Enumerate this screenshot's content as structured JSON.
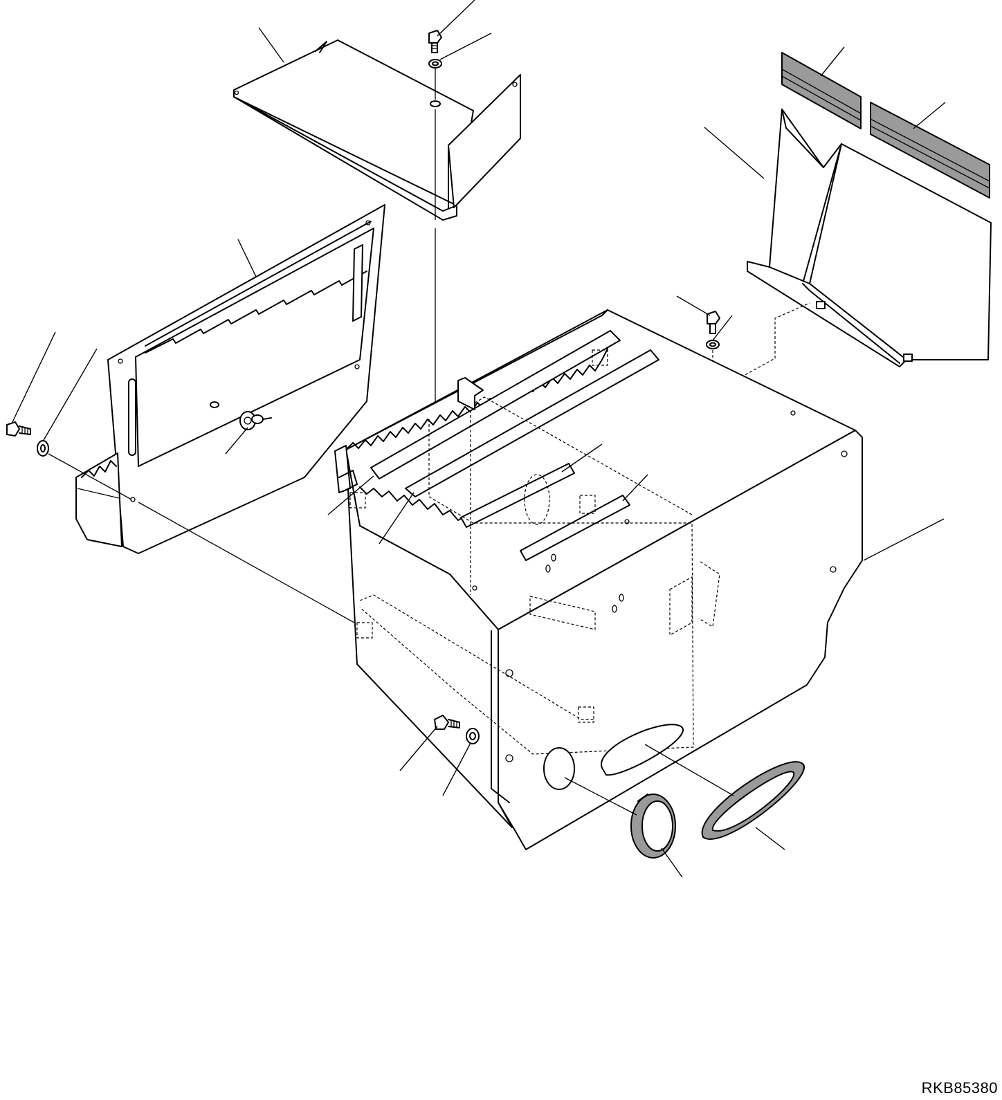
{
  "drawing": {
    "reference_code": "RKB85380"
  },
  "callouts": [
    {
      "id": "bolt-top"
    },
    {
      "id": "washer-top"
    },
    {
      "id": "top-cover-plate"
    },
    {
      "id": "seal-strip-left"
    },
    {
      "id": "seal-strip-right"
    },
    {
      "id": "side-partition"
    },
    {
      "id": "left-door-panel"
    },
    {
      "id": "bolt-left"
    },
    {
      "id": "washer-left"
    },
    {
      "id": "latch-knob"
    },
    {
      "id": "bolt-right"
    },
    {
      "id": "washer-right"
    },
    {
      "id": "step-tread-1"
    },
    {
      "id": "step-tread-2"
    },
    {
      "id": "pad-1"
    },
    {
      "id": "pad-2"
    },
    {
      "id": "main-box"
    },
    {
      "id": "bolt-bottom"
    },
    {
      "id": "washer-bottom"
    },
    {
      "id": "round-grommet"
    },
    {
      "id": "oval-grommet"
    }
  ]
}
